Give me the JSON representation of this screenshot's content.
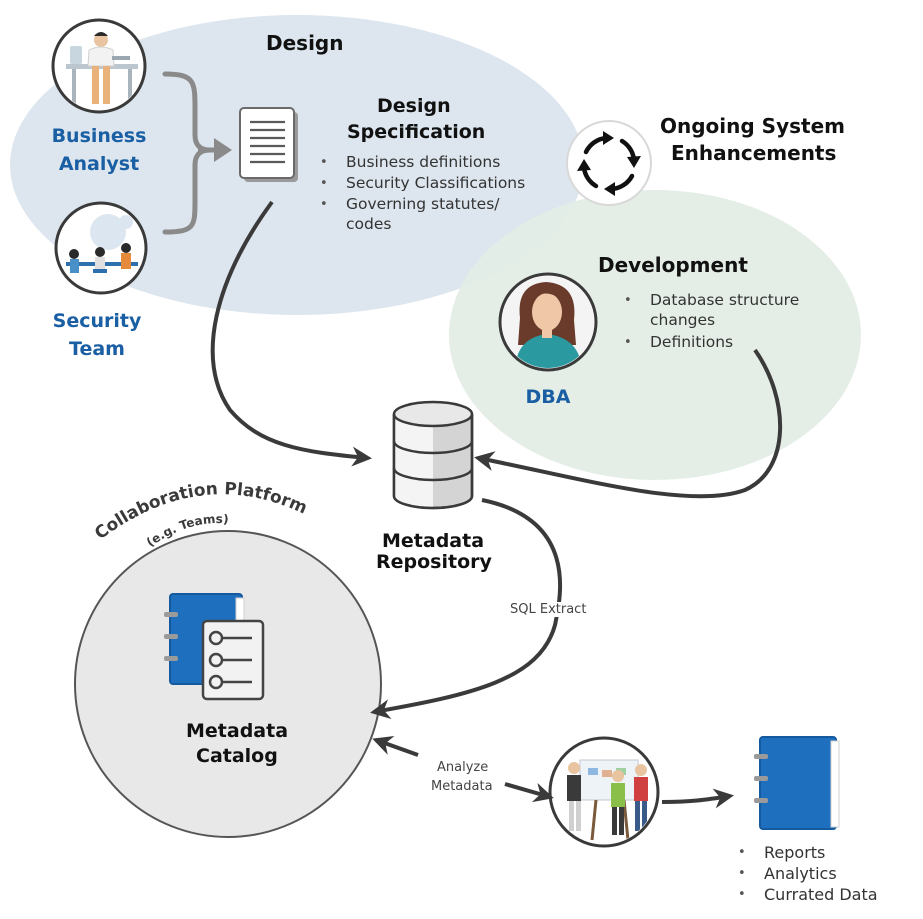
{
  "design": {
    "title": "Design",
    "spec_title": [
      "Design",
      "Specification"
    ],
    "spec_items": [
      "Business definitions",
      "Security Classifications",
      "Governing statutes/",
      "codes"
    ]
  },
  "roles": {
    "business_analyst": [
      "Business",
      "Analyst"
    ],
    "security_team": [
      "Security",
      "Team"
    ],
    "dba": "DBA"
  },
  "enhancements": {
    "title": [
      "Ongoing System",
      "Enhancements"
    ]
  },
  "development": {
    "title": "Development",
    "items": [
      "Database structure",
      "changes",
      "Definitions"
    ]
  },
  "repository": {
    "title": [
      "Metadata",
      "Repository"
    ]
  },
  "collaboration": {
    "title": "Collaboration Platform",
    "subtitle": "(e.g. Teams)"
  },
  "catalog": {
    "title": [
      "Metadata",
      "Catalog"
    ]
  },
  "edges": {
    "sql_extract": "SQL Extract",
    "analyze": [
      "Analyze",
      "Metadata"
    ]
  },
  "outputs": {
    "items": [
      "Reports",
      "Analytics",
      "Currated Data"
    ]
  },
  "colors": {
    "design_ellipse": "#dde6ee",
    "development_ellipse": "#e3ede6",
    "catalog_circle": "#e8e8e8",
    "role_blue": "#1a5fa3",
    "book_blue": "#1f6fbf",
    "arrow": "#3a3a3a"
  }
}
